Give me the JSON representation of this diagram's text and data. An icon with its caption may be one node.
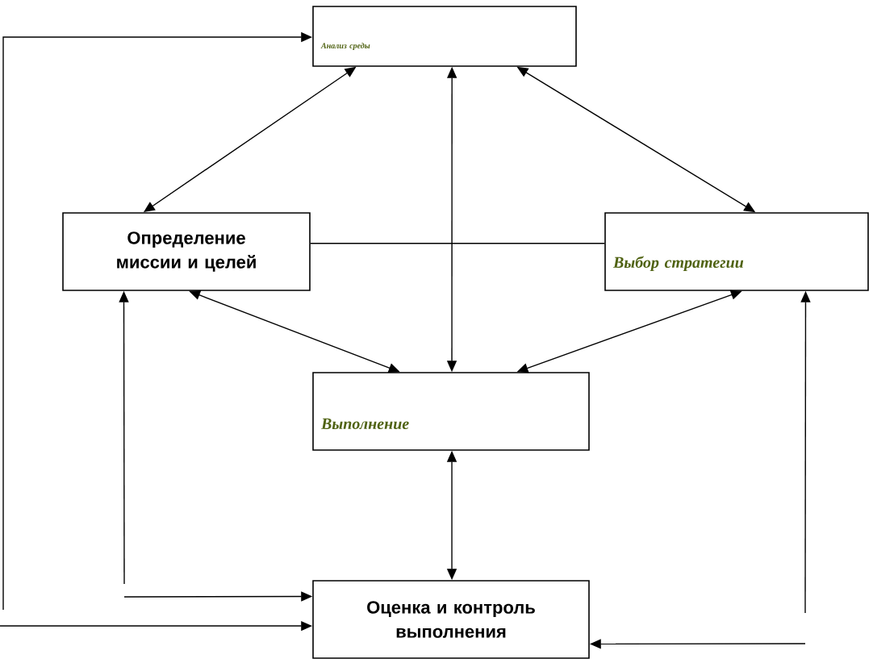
{
  "diagram": {
    "nodes": [
      {
        "text": [
          "Анализ среды"
        ]
      },
      {
        "text": [
          "Определение миссии и целей"
        ]
      },
      {
        "text": [
          "Выбор стратегии"
        ]
      },
      {
        "text": [
          "Выполнение"
        ]
      },
      {
        "text": [
          "Оценка и контроль выполнения"
        ]
      }
    ],
    "edges": [
      {
        "from": 0,
        "to": 1,
        "arrow": "both"
      },
      {
        "from": 0,
        "to": 3,
        "arrow": "both"
      },
      {
        "from": 0,
        "to": 2,
        "arrow": "both"
      },
      {
        "from": 1,
        "to": 2,
        "arrow": "none"
      },
      {
        "from": 1,
        "to": 3,
        "arrow": "both"
      },
      {
        "from": 2,
        "to": 3,
        "arrow": "both"
      },
      {
        "from": 3,
        "to": 4,
        "arrow": "both"
      },
      {
        "from": null,
        "to": 1,
        "arrow": "to"
      },
      {
        "from": null,
        "to": 4,
        "arrow": "to"
      },
      {
        "from": null,
        "to": 0,
        "arrow": "to"
      },
      {
        "from": null,
        "to": 4,
        "arrow": "to"
      },
      {
        "from": null,
        "to": 2,
        "arrow": "to"
      },
      {
        "from": null,
        "to": 4,
        "arrow": "to"
      }
    ]
  }
}
